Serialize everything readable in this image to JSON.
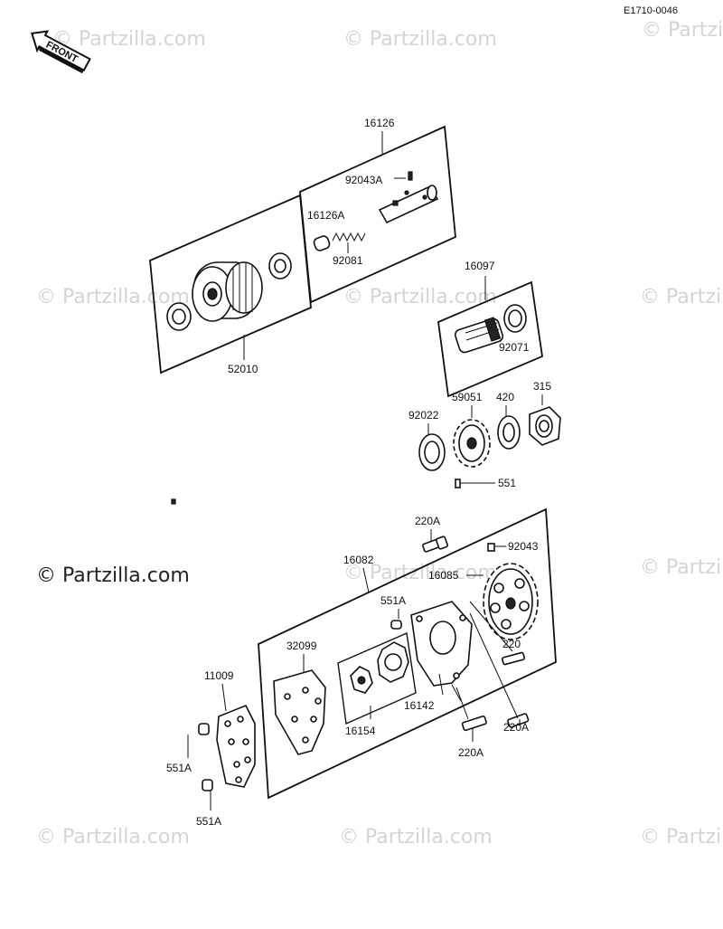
{
  "doc_code": "E1710-0046",
  "front_label": "FRONT",
  "watermark": "© Partzilla.com",
  "watermark_main": "© Partzilla.com",
  "labels": {
    "p16126": "16126",
    "p92043A": "92043A",
    "p16126A": "16126A",
    "p92081": "92081",
    "p52010": "52010",
    "p16097": "16097",
    "p92071": "92071",
    "p92022": "92022",
    "p59051": "59051",
    "p420": "420",
    "p315": "315",
    "p551": "551",
    "p220A_top": "220A",
    "p92043": "92043",
    "p16082": "16082",
    "p16085": "16085",
    "p551A_mid": "551A",
    "p32099": "32099",
    "p220": "220",
    "p11009": "11009",
    "p16142": "16142",
    "p16154": "16154",
    "p220A_r": "220A",
    "p220A_b": "220A",
    "p551A_1": "551A",
    "p551A_2": "551A"
  }
}
